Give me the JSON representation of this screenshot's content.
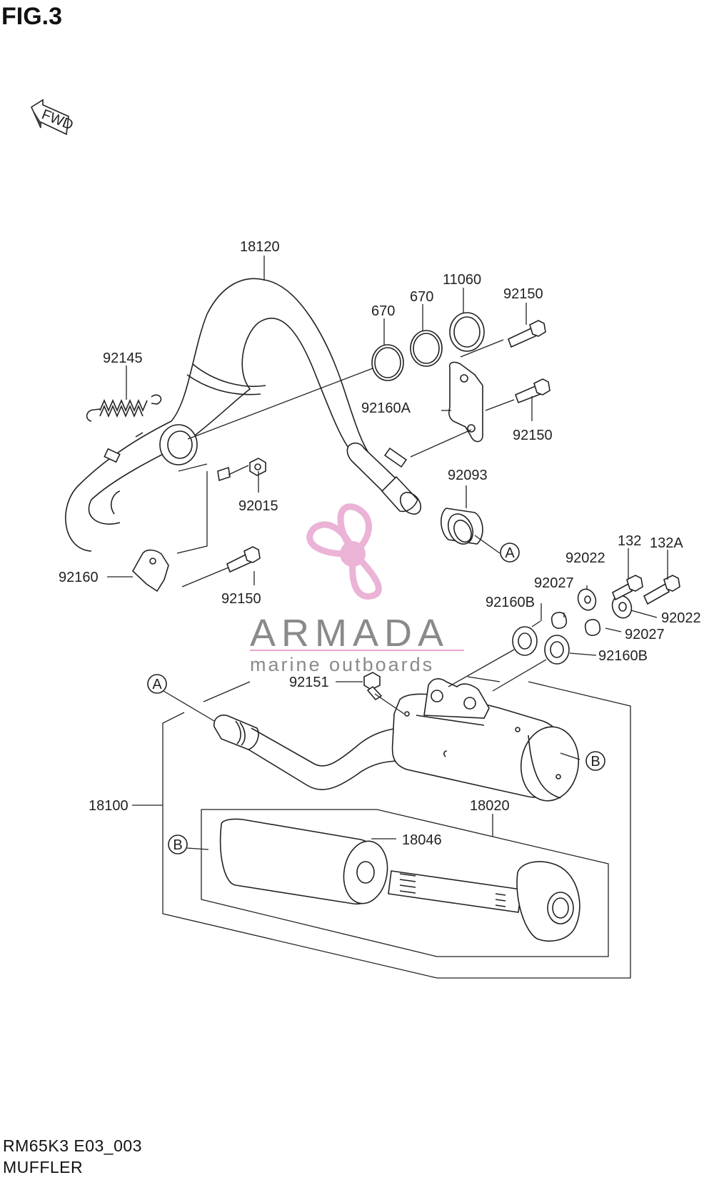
{
  "figure": {
    "title": "FIG.3",
    "fwd_label": "FWD",
    "code": "RM65K3 E03_003",
    "name": "MUFFLER"
  },
  "watermark": {
    "brand": "ARMADA",
    "tagline": "marine outboards",
    "logo_color": "#e8a6cf"
  },
  "parts": {
    "p18120": "18120",
    "p92145": "92145",
    "p670a": "670",
    "p670b": "670",
    "p11060": "11060",
    "p92150a": "92150",
    "p92160A": "92160A",
    "p92150b": "92150",
    "p92093": "92093",
    "p92015": "92015",
    "p92160": "92160",
    "p92150c": "92150",
    "p132": "132",
    "p132A": "132A",
    "p92022a": "92022",
    "p92027a": "92027",
    "p92022b": "92022",
    "p92160Ba": "92160B",
    "p92027b": "92027",
    "p92160Bb": "92160B",
    "p92151": "92151",
    "p18100": "18100",
    "p18020": "18020",
    "p18046": "18046"
  },
  "callouts": {
    "a1": "A",
    "a2": "A",
    "b1": "B",
    "b2": "B"
  }
}
